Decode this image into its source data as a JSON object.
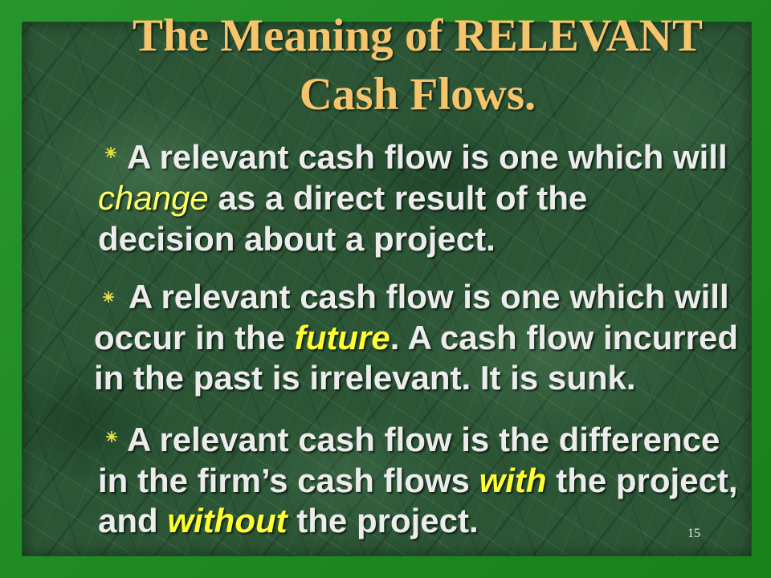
{
  "slide": {
    "title_line1": "The Meaning of RELEVANT",
    "title_line2": "Cash Flows.",
    "slide_number": "15"
  },
  "bullets": [
    {
      "icon": "sun-bullet-icon",
      "lines": [
        [
          "A relevant cash flow is one which will"
        ],
        [
          "change",
          " as a direct result of the"
        ],
        [
          "decision about a project."
        ]
      ]
    },
    {
      "icon": "sun-bullet-icon",
      "lines": [
        [
          "A relevant cash flow is one which will"
        ],
        [
          "occur in the ",
          "future",
          ". A cash flow incurred"
        ],
        [
          "in the past is irrelevant. It is sunk."
        ]
      ]
    },
    {
      "icon": "sun-bullet-icon",
      "lines": [
        [
          "A relevant cash flow is the difference"
        ],
        [
          "in the firm’s cash flows ",
          "with",
          " the project,"
        ],
        [
          "and ",
          "without",
          " the project."
        ]
      ]
    }
  ],
  "colors": {
    "border": "#1c8e1e",
    "panel": "#2b5535",
    "title": "#f6c46a",
    "body_text": "#ececec",
    "highlight": "#ffff33",
    "highlight_soft": "#ffff66",
    "bullet": "#e4dc48"
  }
}
